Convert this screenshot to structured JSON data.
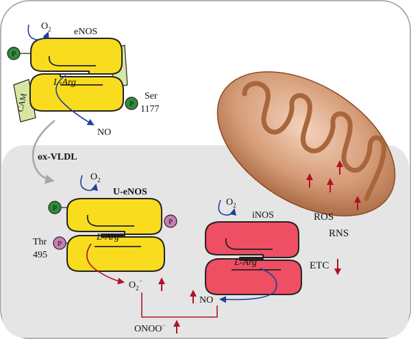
{
  "enos_top": {
    "o2": "O",
    "o2_sub": "2",
    "name": "eNOS",
    "substrate": "L-Arg",
    "product": "NO",
    "cam": "CAM",
    "phospho_left": "P",
    "phospho_right": "P",
    "site": "Ser",
    "site_number": "1177"
  },
  "transition": {
    "label": "ox-VLDL"
  },
  "uenos": {
    "o2": "O",
    "o2_sub": "2",
    "name": "U-eNOS",
    "substrate": "L-Arg",
    "phospho_top": "P",
    "phospho_right": "P",
    "phospho_left": "P",
    "site": "Thr",
    "site_number": "495"
  },
  "inos": {
    "o2": "O",
    "o2_sub": "2",
    "name": "iNOS",
    "substrate": "L-Arg"
  },
  "products": {
    "superoxide": "O",
    "superoxide_sub": "2",
    "superoxide_sup": "−",
    "no": "NO",
    "peroxynitrite": "ONOO",
    "peroxynitrite_sup": "−"
  },
  "mitochondria": {
    "ros": "ROS",
    "rns": "RNS",
    "etc": "ETC"
  },
  "colors": {
    "enzyme_yellow": "#f9dc1e",
    "inos_red": "#ef4f63",
    "phospho_green": "#2e8b3a",
    "phospho_purple": "#c77fb6",
    "cam_green": "#d7e6a3",
    "arrow_red": "#b0112b",
    "arrow_blue": "#1f3f9c",
    "cell_gray": "#e5e5e5",
    "mito_brown": "#c9906a"
  }
}
